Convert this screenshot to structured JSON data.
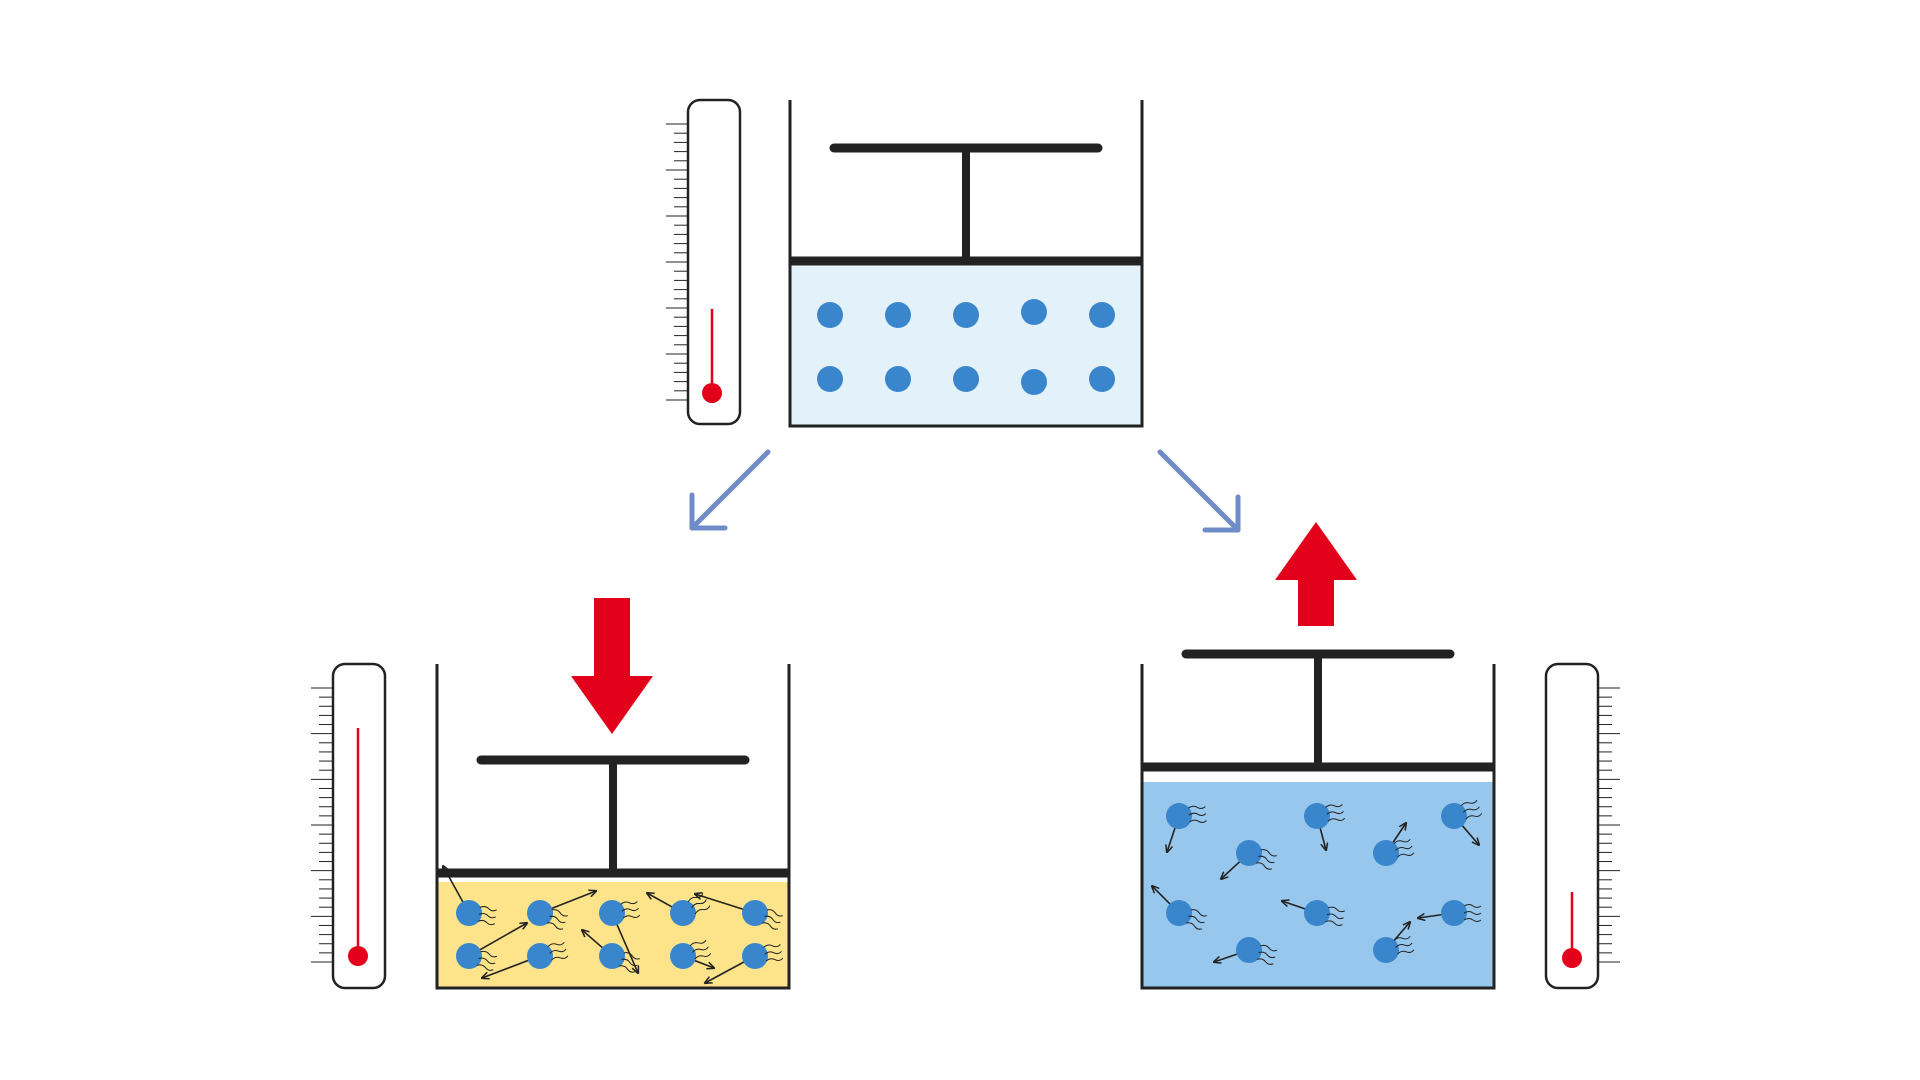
{
  "colors": {
    "outline": "#222222",
    "thermo_red": "#e2001a",
    "particle": "#3a86cc",
    "arrow_red": "#e2001a",
    "flow_arrow": "#6f8cc8",
    "gas_initial": "#e3f1fb",
    "gas_compressed": "#fde38a",
    "gas_expanded": "#97c7ec",
    "motion_arrow": "#222222"
  },
  "states": {
    "initial": {
      "temperature_level": 0.28,
      "gas": "gas_initial",
      "particle_motion": "none",
      "piston_force": "none"
    },
    "compressed": {
      "temperature_level": 0.76,
      "gas": "gas_compressed",
      "particle_motion": "fast",
      "piston_force": "down"
    },
    "expanded": {
      "temperature_level": 0.22,
      "gas": "gas_expanded",
      "particle_motion": "slow",
      "piston_force": "up"
    }
  },
  "icons": {
    "transition_left": "arrow-down-left",
    "transition_right": "arrow-down-right",
    "force_down": "thick-arrow-down",
    "force_up": "thick-arrow-up"
  }
}
